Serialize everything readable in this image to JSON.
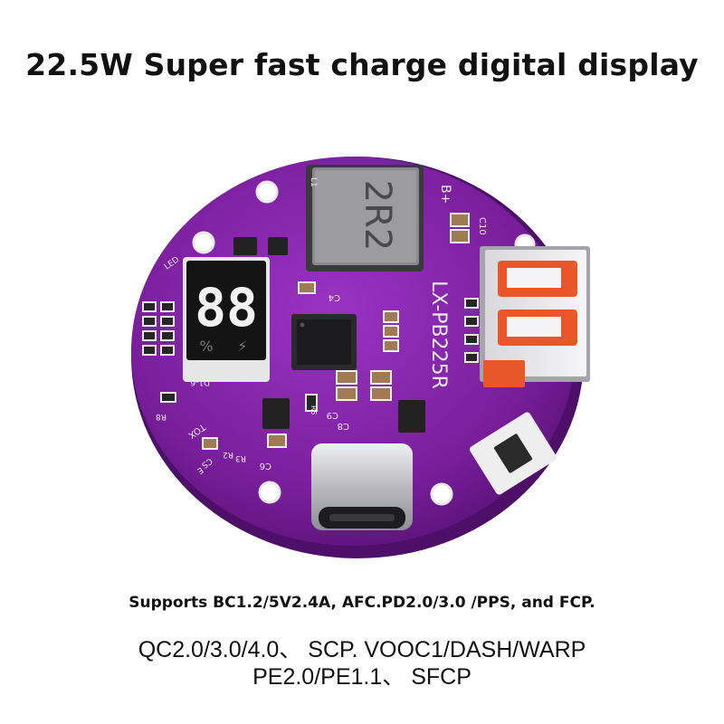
{
  "title": "22.5W Super fast charge digital display",
  "board": {
    "model_label": "LX-PB225R",
    "inductor_label": "2R2",
    "display_digits": "88",
    "display_percent": "%",
    "silkscreen": {
      "b_plus": "B+",
      "c10": "C10",
      "c4": "C4",
      "c9": "C9",
      "c8": "C8",
      "c6": "C6",
      "r8": "R8",
      "r2": "R2",
      "r3": "R3",
      "l1": "L1",
      "led": "LED",
      "tox": "TOX",
      "d1_6": "D1-6",
      "r5": "R5",
      "cs": "CS",
      "e": "E"
    }
  },
  "captions": {
    "line1": "Supports BC1.2/5V2.4A, AFC.PD2.0/3.0 /PPS, and FCP.",
    "line2": "QC2.0/3.0/4.0、 SCP. VOOC1/DASH/WARP",
    "line3": "PE2.0/PE1.1、 SFCP"
  },
  "colors": {
    "pcb": "#7a1f9c",
    "pcb_dark": "#4e0f68",
    "metal": "#c8c8cc",
    "usb_orange": "#e8562a",
    "display_on": "#f2f2f2"
  }
}
